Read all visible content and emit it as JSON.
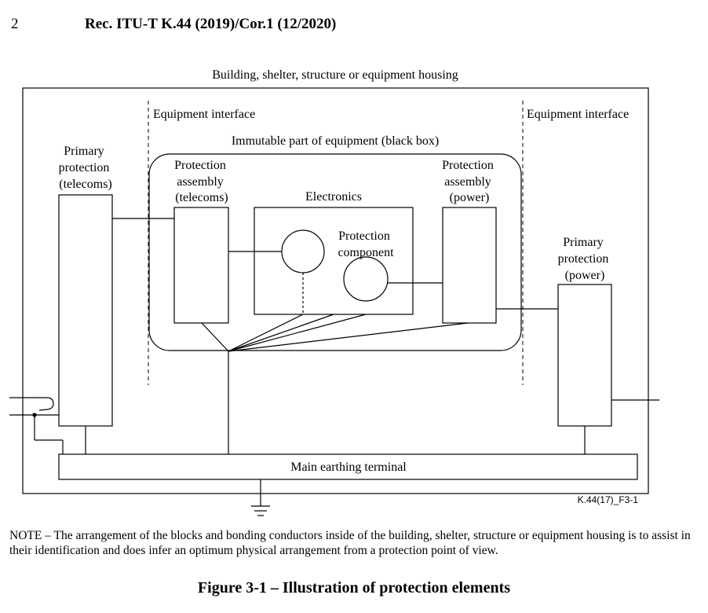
{
  "header": {
    "page_number": "2",
    "doc_title": "Rec. ITU-T K.44 (2019)/Cor.1 (12/2020)"
  },
  "diagram": {
    "building_label": "Building, shelter, structure or equipment housing",
    "equipment_interface_left": "Equipment interface",
    "equipment_interface_right": "Equipment interface",
    "black_box_label": "Immutable part of equipment (black box)",
    "primary_telecoms": [
      "Primary",
      "protection",
      "(telecoms)"
    ],
    "assembly_telecoms": [
      "Protection",
      "assembly",
      "(telecoms)"
    ],
    "electronics": "Electronics",
    "protection_component": [
      "Protection",
      "component"
    ],
    "assembly_power": [
      "Protection",
      "assembly",
      "(power)"
    ],
    "primary_power": [
      "Primary",
      "protection",
      "(power)"
    ],
    "main_earthing_terminal": "Main earthing terminal",
    "figure_ref": "K.44(17)_F3-1"
  },
  "note": "NOTE – The arrangement of the blocks and bonding conductors inside of the building, shelter, structure or equipment housing is to assist in their identification and does infer an optimum physical arrangement from a protection point of view.",
  "caption": "Figure 3-1 – Illustration of protection elements"
}
